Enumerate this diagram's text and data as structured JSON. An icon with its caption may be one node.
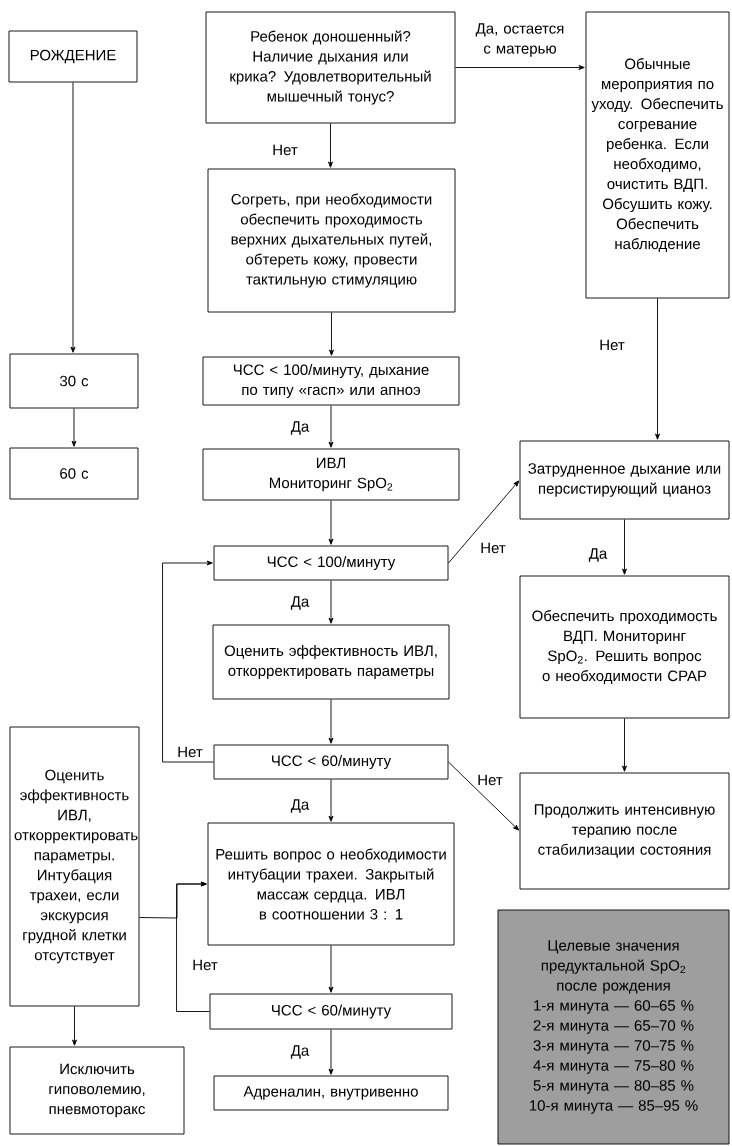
{
  "diagram": {
    "nodes": [
      {
        "text": [
          "РОЖДЕНИЕ"
        ]
      },
      {
        "text": [
          "Ребенок доношенный? Наличие дыхания или крика? Удовлетворительный мышечный тонус?"
        ]
      },
      {
        "text": [
          "Обычные мероприятия по уходу. Обеспечить согревание ребенка. Если необходимо, очистить ВДП. Обсушить кожу. Обеспечить наблюдение"
        ]
      },
      {
        "text": [
          "Согреть, при необходимости обеспечить проходимость верхних дыхательных путей, обтереть кожу, провести тактильную стимуляцию"
        ]
      },
      {
        "text": [
          "30 с"
        ]
      },
      {
        "text": [
          "ЧСС < 100/минуту, дыхание по типу «гасп» или апноэ"
        ]
      },
      {
        "text": [
          "60 с"
        ]
      },
      {
        "text": [
          "ИВЛ",
          "Мониторинг SpO$_{2}$"
        ]
      },
      {
        "text": [
          "Затрудненное дыхание или персистирующий цианоз"
        ]
      },
      {
        "text": [
          "ЧСС < 100/минуту"
        ]
      },
      {
        "text": [
          "Обеспечить проходимость ВДП. Мониторинг SpO$_{2}$. Решить вопрос о необходимости CPAP"
        ]
      },
      {
        "text": [
          "Оценить эффективность ИВЛ, откорректировать параметры"
        ]
      },
      {
        "text": [
          "ЧСС < 60/минуту"
        ]
      },
      {
        "text": [
          "Оценить эффективность ИВЛ, откорректировать параметры. Интубация трахеи, если экскурсия грудной клетки отсутствует"
        ]
      },
      {
        "text": [
          "Продолжить интенсивную терапию после стабилизации состояния"
        ]
      },
      {
        "text": [
          "Решить вопрос о необходимости интубации трахеи. Закрытый массаж сердца. ИВЛ в соотношении 3 : 1"
        ]
      },
      {
        "text": [
          "Целевые значения предуктальной SpO$_{2}$ после рождения",
          "1-я минута — 60–65 %",
          "2-я минута — 65–70 %",
          "3-я минута — 70–75 %",
          "4-я минута — 75–80 %",
          "5-я минута — 80–85 %",
          "10-я минута — 85–95 %"
        ]
      },
      {
        "text": [
          "ЧСС < 60/минуту"
        ]
      },
      {
        "text": [
          "Исключить гиповолемию, пневмоторакс"
        ]
      },
      {
        "text": [
          "Адреналин, внутривенно"
        ]
      }
    ],
    "edges": [
      {
        "from": 0,
        "to": 4,
        "arrow": "to"
      },
      {
        "from": 4,
        "to": 6,
        "arrow": "to"
      },
      {
        "from": 1,
        "to": 2,
        "arrow": "to",
        "label": "Да, остается с матерью"
      },
      {
        "from": 1,
        "to": 3,
        "arrow": "to",
        "label": "Нет"
      },
      {
        "from": 3,
        "to": 5,
        "arrow": "to"
      },
      {
        "from": 5,
        "to": 7,
        "arrow": "to",
        "label": "Да"
      },
      {
        "from": 7,
        "to": 9,
        "arrow": "to"
      },
      {
        "from": 9,
        "to": 8,
        "arrow": "to",
        "label": "Нет"
      },
      {
        "from": 2,
        "to": 8,
        "arrow": "to",
        "label": "Нет"
      },
      {
        "from": 8,
        "to": 10,
        "arrow": "to",
        "label": "Да"
      },
      {
        "from": 10,
        "to": 14,
        "arrow": "to"
      },
      {
        "from": 9,
        "to": 11,
        "arrow": "to",
        "label": "Да"
      },
      {
        "from": 11,
        "to": 12,
        "arrow": "to"
      },
      {
        "from": 12,
        "to": 9,
        "arrow": "to",
        "label": "Нет"
      },
      {
        "from": 12,
        "to": 14,
        "arrow": "to",
        "label": "Нет"
      },
      {
        "from": 12,
        "to": 15,
        "arrow": "to",
        "label": "Да"
      },
      {
        "from": 15,
        "to": 17,
        "arrow": "to"
      },
      {
        "from": 17,
        "to": 15,
        "arrow": "to",
        "label": "Нет"
      },
      {
        "from": 13,
        "to": 15,
        "arrow": "to"
      },
      {
        "from": 13,
        "to": 18,
        "arrow": "to"
      },
      {
        "from": 17,
        "to": 19,
        "arrow": "to",
        "label": "Да"
      }
    ]
  }
}
